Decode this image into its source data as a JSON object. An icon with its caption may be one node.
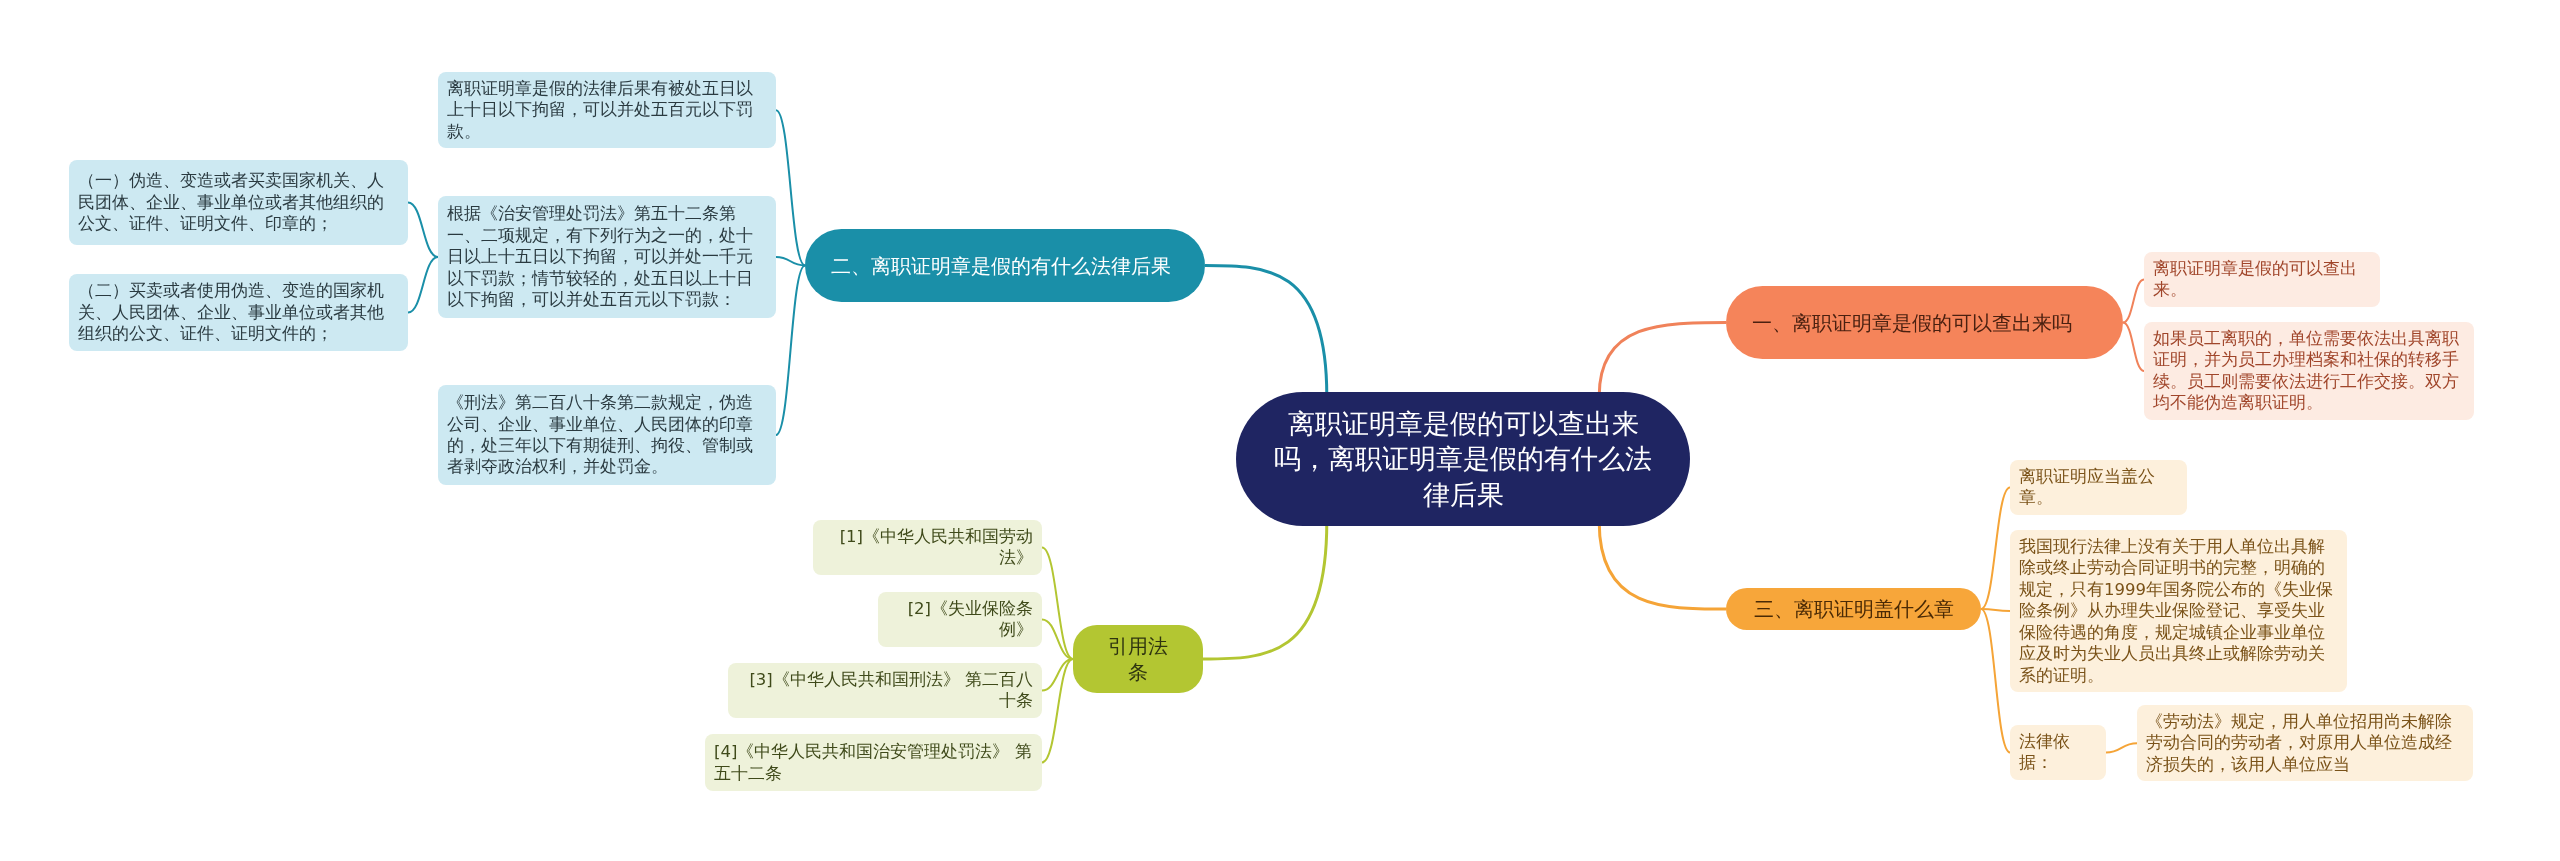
{
  "diagram": {
    "nodes": [
      {
        "text": [
          "离职证明章是假的可以查出来吗，离职证明章是假的有什么法律后果"
        ]
      },
      {
        "text": [
          "二、离职证明章是假的有什么法律后果"
        ]
      },
      {
        "text": [
          "离职证明章是假的法律后果有被处五日以上十日以下拘留，可以并处五百元以下罚款。"
        ]
      },
      {
        "text": [
          "根据《治安管理处罚法》第五十二条第一、二项规定，有下列行为之一的，处十日以上十五日以下拘留，可以并处一千元以下罚款；情节较轻的，处五日以上十日以下拘留，可以并处五百元以下罚款："
        ]
      },
      {
        "text": [
          "（一）伪造、变造或者买卖国家机关、人民团体、企业、事业单位或者其他组织的公文、证件、证明文件、印章的；"
        ]
      },
      {
        "text": [
          "（二）买卖或者使用伪造、变造的国家机关、人民团体、企业、事业单位或者其他组织的公文、证件、证明文件的；"
        ]
      },
      {
        "text": [
          "《刑法》第二百八十条第二款规定，伪造公司、企业、事业单位、人民团体的印章的，处三年以下有期徒刑、拘役、管制或者剥夺政治权利，并处罚金。"
        ]
      },
      {
        "text": [
          "引用法条"
        ]
      },
      {
        "text": [
          "[1]《中华人民共和国劳动法》"
        ]
      },
      {
        "text": [
          "[2]《失业保险条例》"
        ]
      },
      {
        "text": [
          "[3]《中华人民共和国刑法》 第二百八十条"
        ]
      },
      {
        "text": [
          "[4]《中华人民共和国治安管理处罚法》 第五十二条"
        ]
      },
      {
        "text": [
          "一、离职证明章是假的可以查出来吗"
        ]
      },
      {
        "text": [
          "离职证明章是假的可以查出来。"
        ]
      },
      {
        "text": [
          "如果员工离职的，单位需要依法出具离职证明，并为员工办理档案和社保的转移手续。员工则需要依法进行工作交接。双方均不能伪造离职证明。"
        ]
      },
      {
        "text": [
          "三、离职证明盖什么章"
        ]
      },
      {
        "text": [
          "离职证明应当盖公章。"
        ]
      },
      {
        "text": [
          "我国现行法律上没有关于用人单位出具解除或终止劳动合同证明书的完整，明确的规定，只有1999年国务院公布的《失业保险条例》从办理失业保险登记、享受失业保险待遇的角度，规定城镇企业事业单位应及时为失业人员出具终止或解除劳动关系的证明。"
        ]
      },
      {
        "text": [
          "法律依据："
        ]
      },
      {
        "text": [
          "《劳动法》规定，用人单位招用尚未解除劳动合同的劳动者，对原用人单位造成经济损失的，该用人单位应当"
        ]
      }
    ],
    "edges": [
      {
        "from": 0,
        "to": 1,
        "arrow": "none",
        "color": "#1a8fa8"
      },
      {
        "from": 1,
        "to": 2,
        "arrow": "none",
        "color": "#1a8fa8"
      },
      {
        "from": 1,
        "to": 3,
        "arrow": "none",
        "color": "#1a8fa8"
      },
      {
        "from": 3,
        "to": 4,
        "arrow": "none",
        "color": "#1a8fa8"
      },
      {
        "from": 3,
        "to": 5,
        "arrow": "none",
        "color": "#1a8fa8"
      },
      {
        "from": 1,
        "to": 6,
        "arrow": "none",
        "color": "#1a8fa8"
      },
      {
        "from": 0,
        "to": 7,
        "arrow": "none",
        "color": "#b3c632"
      },
      {
        "from": 7,
        "to": 8,
        "arrow": "none",
        "color": "#b3c632"
      },
      {
        "from": 7,
        "to": 9,
        "arrow": "none",
        "color": "#b3c632"
      },
      {
        "from": 7,
        "to": 10,
        "arrow": "none",
        "color": "#b3c632"
      },
      {
        "from": 7,
        "to": 11,
        "arrow": "none",
        "color": "#b3c632"
      },
      {
        "from": 0,
        "to": 12,
        "arrow": "none",
        "color": "#f0825a"
      },
      {
        "from": 12,
        "to": 13,
        "arrow": "none",
        "color": "#f0825a"
      },
      {
        "from": 12,
        "to": 14,
        "arrow": "none",
        "color": "#f0825a"
      },
      {
        "from": 0,
        "to": 15,
        "arrow": "none",
        "color": "#f5a437"
      },
      {
        "from": 15,
        "to": 16,
        "arrow": "none",
        "color": "#f5a437"
      },
      {
        "from": 15,
        "to": 17,
        "arrow": "none",
        "color": "#f5a437"
      },
      {
        "from": 15,
        "to": 18,
        "arrow": "none",
        "color": "#f5a437"
      },
      {
        "from": 18,
        "to": 19,
        "arrow": "none",
        "color": "#f5a437"
      }
    ]
  }
}
